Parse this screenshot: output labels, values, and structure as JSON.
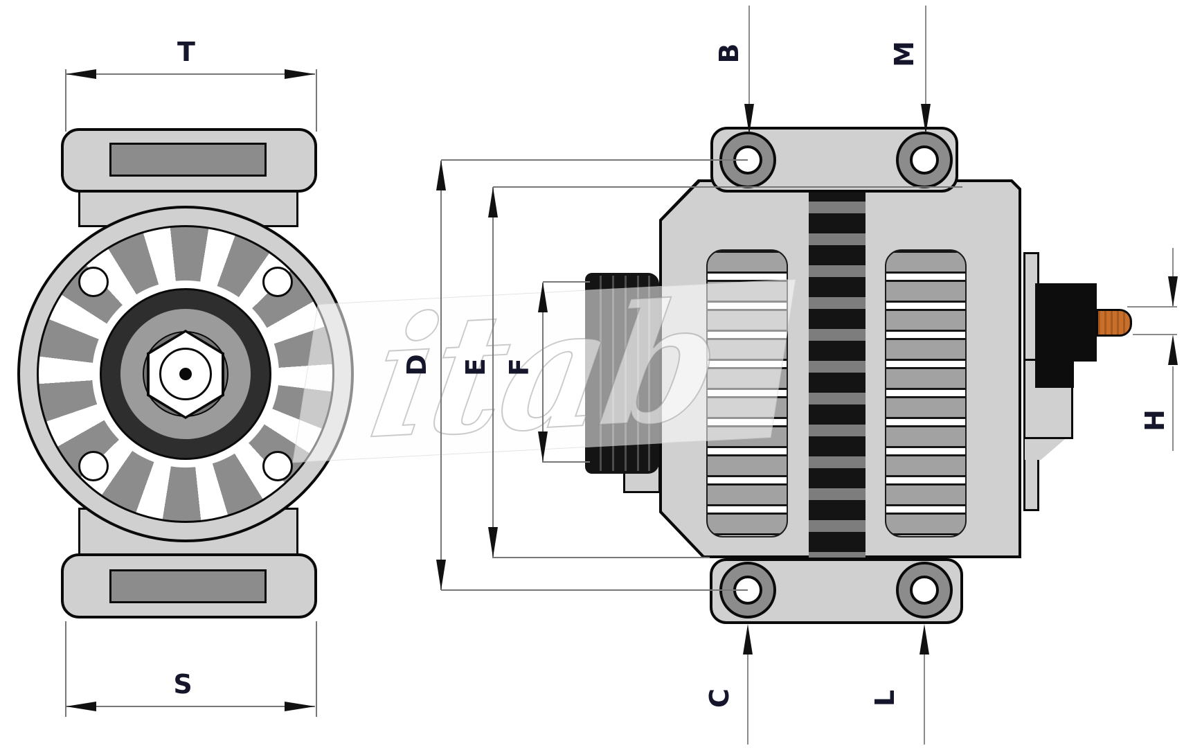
{
  "watermark": {
    "text": "itab"
  },
  "dimensions": {
    "T": "T",
    "S": "S",
    "D": "D",
    "E": "E",
    "F": "F",
    "B": "B",
    "M": "M",
    "C": "C",
    "L": "L",
    "H": "H"
  },
  "colors": {
    "part_fill": "#d0d0d0",
    "detail_fill": "#8c8c8c",
    "stator_dark": "#141414",
    "stud_orange": "#c8702b",
    "outline": "#0a0a0a",
    "dim_line": "#777777",
    "label": "#15152b"
  }
}
